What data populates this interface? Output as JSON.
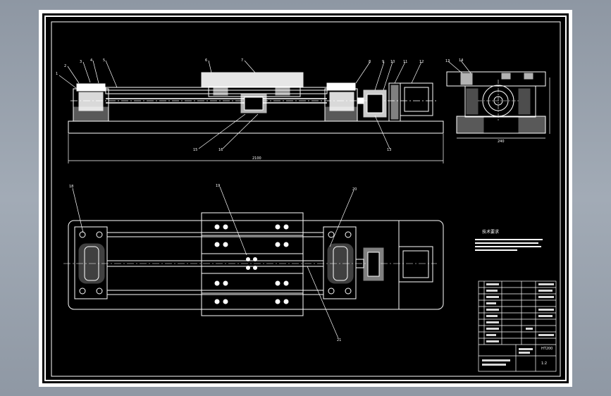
{
  "drawing": {
    "front_view_callouts": [
      "1",
      "2",
      "3",
      "4",
      "5",
      "6",
      "7",
      "8",
      "9",
      "10",
      "11",
      "12"
    ],
    "side_view_callouts": [
      "13",
      "14"
    ],
    "lower_front_callouts": [
      "15",
      "16"
    ],
    "dimension_total": "2100",
    "dimension_side": "240",
    "top_view_callouts": [
      "18",
      "19",
      "20",
      "21"
    ],
    "notes_title": "技术要求",
    "title_block": {
      "material": "HT200",
      "scale": "1:2"
    },
    "colors": {
      "background": "#000000",
      "lines": "#ffffff",
      "frame": "#ffffff",
      "viewer_bg": "#9aa3ae"
    }
  }
}
